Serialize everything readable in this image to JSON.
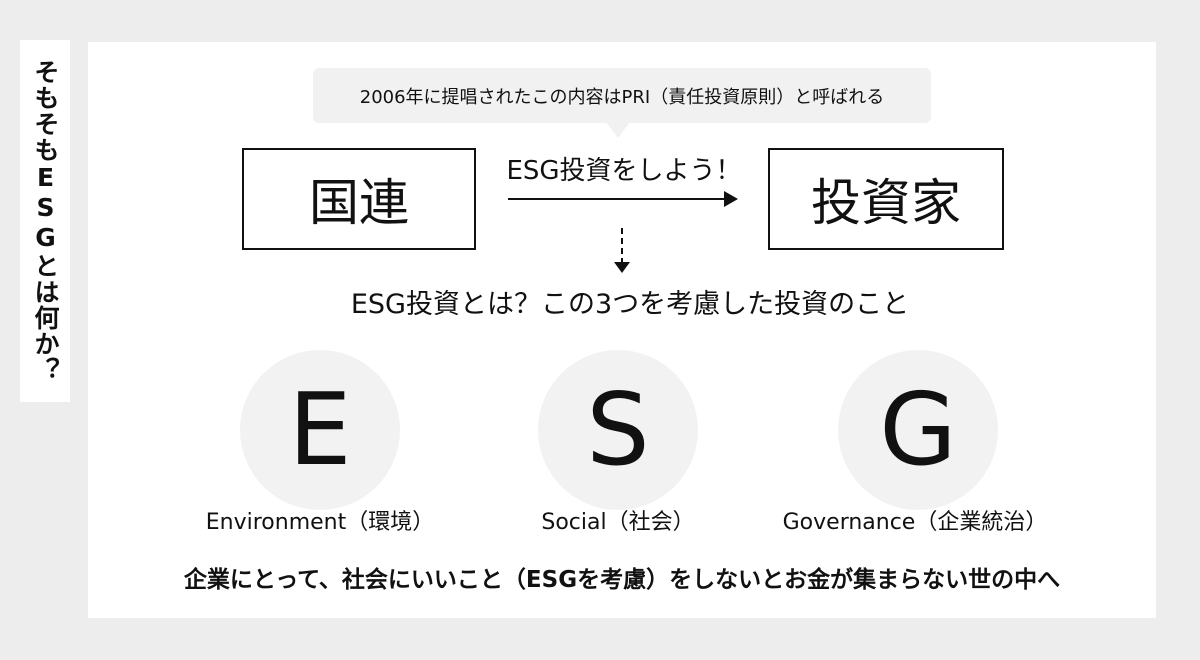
{
  "side_title": "そもそもESGとは何か？",
  "bubble_text": "2006年に提唱されたこの内容はPRI（責任投資原則）と呼ばれる",
  "box_left": "国連",
  "box_right": "投資家",
  "arrow_label": "ESG投資をしよう！",
  "heading": "ESG投資とは？この3つを考慮した投資のこと",
  "pillars": [
    {
      "letter": "E",
      "caption": "Environment（環境）"
    },
    {
      "letter": "S",
      "caption": "Social（社会）"
    },
    {
      "letter": "G",
      "caption": "Governance（企業統治）"
    }
  ],
  "conclusion": "企業にとって、社会にいいこと（ESGを考慮）をしないとお金が集まらない世の中へ"
}
